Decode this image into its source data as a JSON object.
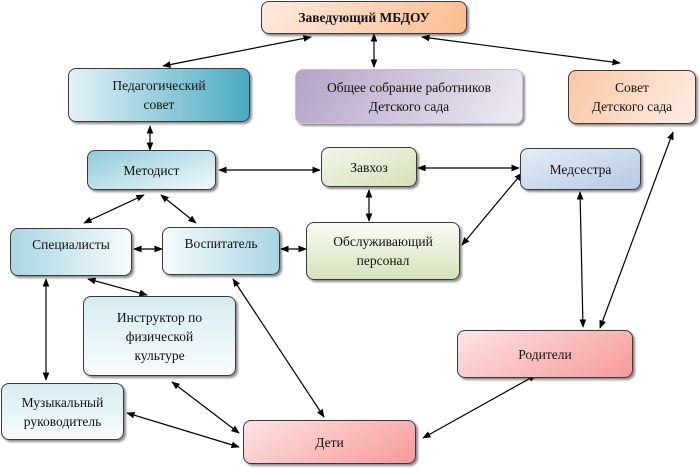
{
  "nodes": {
    "head": {
      "lines": [
        "Заведующий МБДОУ"
      ],
      "color_from": "#fdeade",
      "color_to": "#fbbd90"
    },
    "ped_council": {
      "lines": [
        "Педагогический",
        "совет"
      ],
      "color_from": "#e4f2f6",
      "color_to": "#4aaac4"
    },
    "general_meeting": {
      "lines": [
        "Общее собрание работников",
        "Детского сада"
      ],
      "color_from": "#b3a2c7",
      "color_to": "#efebf3"
    },
    "kindergarten_council": {
      "lines": [
        "Совет",
        "Детского сада"
      ],
      "color_from": "#fbc6a3",
      "color_to": "#fdeee4"
    },
    "methodist": {
      "lines": [
        "Методист"
      ],
      "color_from": "#8fcbda",
      "color_to": "#f2f9fb"
    },
    "supply_manager": {
      "lines": [
        "Завхоз"
      ],
      "color_from": "#f2f6ea",
      "color_to": "#d4e2b9"
    },
    "nurse": {
      "lines": [
        "Медсестра"
      ],
      "color_from": "#e4ecf6",
      "color_to": "#b5cae3"
    },
    "specialists": {
      "lines": [
        "Специалисты"
      ],
      "color_from": "#a9d6e3",
      "color_to": "#f7fbfc"
    },
    "teacher": {
      "lines": [
        "Воспитатель"
      ],
      "color_from": "#f7fbfc",
      "color_to": "#a9d6e3"
    },
    "service_staff": {
      "lines": [
        "Обслуживающий",
        "персонал"
      ],
      "color_from": "#fbfcf8",
      "color_to": "#d4e2b9"
    },
    "pe_instructor": {
      "lines": [
        "Инструктор по",
        "физической",
        "культуре"
      ],
      "color_from": "#d6ecf2",
      "color_to": "#f8fcfd"
    },
    "music_director": {
      "lines": [
        "Музыкальный",
        "руководитель"
      ],
      "color_from": "#d6ecf2",
      "color_to": "#f8fcfd"
    },
    "parents": {
      "lines": [
        "Родители"
      ],
      "color_from": "#fde4e4",
      "color_to": "#f79999"
    },
    "children": {
      "lines": [
        "Дети"
      ],
      "color_from": "#fde4e4",
      "color_to": "#f79999"
    }
  },
  "edges": [
    [
      "head",
      "ped_council"
    ],
    [
      "head",
      "general_meeting"
    ],
    [
      "head",
      "kindergarten_council"
    ],
    [
      "ped_council",
      "methodist"
    ],
    [
      "methodist",
      "supply_manager"
    ],
    [
      "supply_manager",
      "nurse"
    ],
    [
      "supply_manager",
      "service_staff"
    ],
    [
      "service_staff",
      "nurse"
    ],
    [
      "nurse",
      "parents"
    ],
    [
      "kindergarten_council",
      "parents"
    ],
    [
      "methodist",
      "specialists"
    ],
    [
      "methodist",
      "teacher"
    ],
    [
      "specialists",
      "teacher"
    ],
    [
      "teacher",
      "service_staff"
    ],
    [
      "specialists",
      "pe_instructor"
    ],
    [
      "specialists",
      "music_director"
    ],
    [
      "teacher",
      "children"
    ],
    [
      "pe_instructor",
      "children"
    ],
    [
      "music_director",
      "children"
    ],
    [
      "parents",
      "children"
    ]
  ]
}
